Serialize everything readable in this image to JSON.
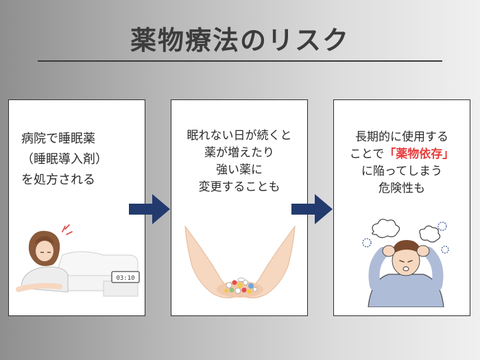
{
  "title": "薬物療法のリスク",
  "cards": [
    {
      "lines": [
        "病院で睡眠薬",
        "（睡眠導入剤）",
        "を処方される"
      ],
      "clock": "03:10"
    },
    {
      "lines": [
        "眠れない日が続くと",
        "薬が増えたり",
        "強い薬に",
        "変更することも"
      ]
    },
    {
      "line1": "長期的に使用する",
      "line2_pre": "ことで",
      "line2_accent": "「薬物依存」",
      "line3": "に陥ってしまう",
      "line4": "危険性も"
    }
  ],
  "colors": {
    "accent": "#e83b3b",
    "arrow": "#233a6e",
    "title": "#3c3c3c"
  }
}
